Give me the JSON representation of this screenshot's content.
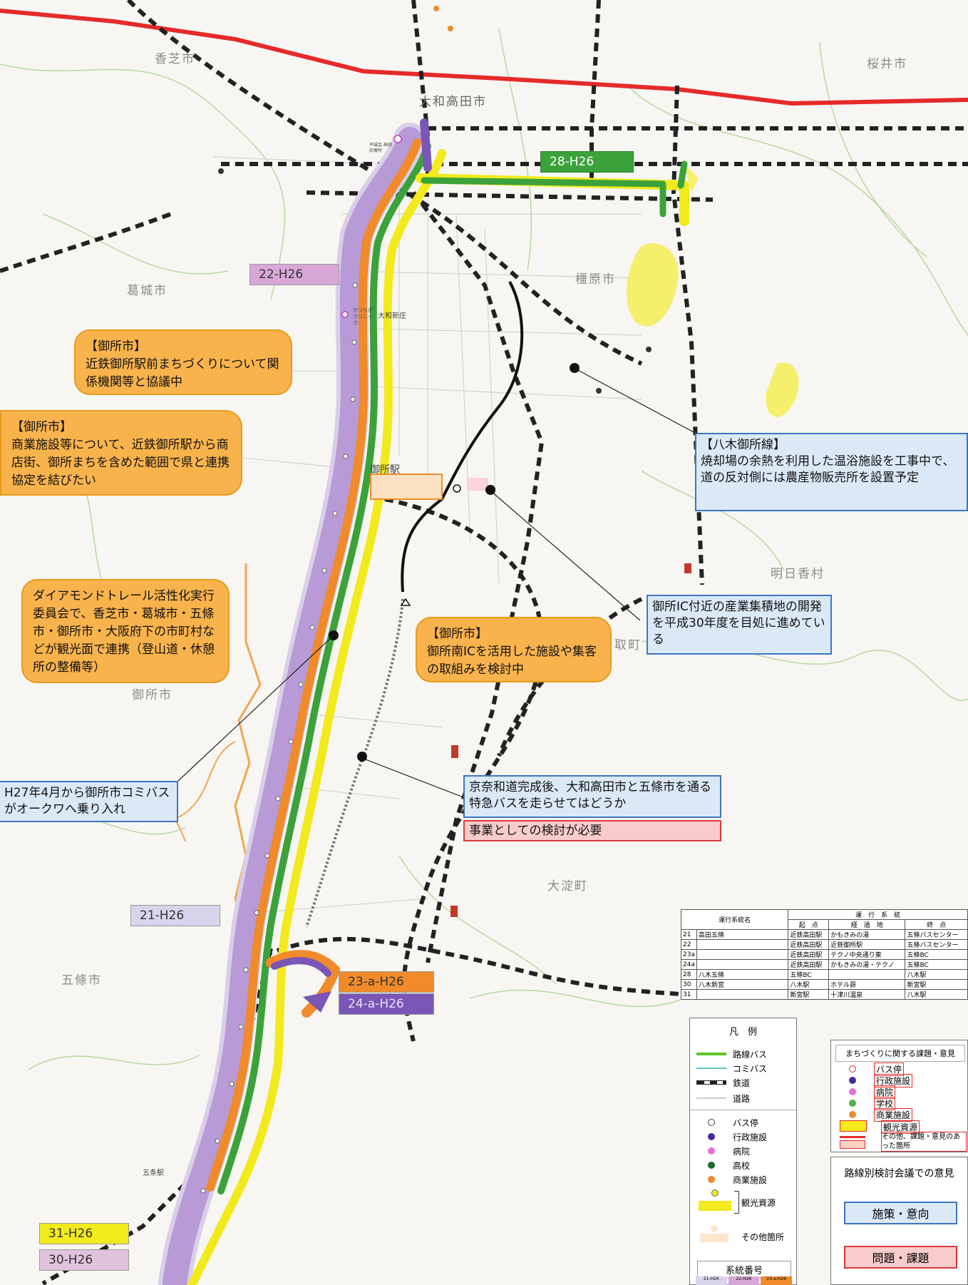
{
  "places": {
    "kashiba": "香芝市",
    "sakurai": "桜井市",
    "yamato_takada": "大和高田市",
    "katsuragi": "葛城市",
    "kashihara": "橿原市",
    "asuka": "明日香村",
    "takatori": "取町",
    "gose": "御所市",
    "oyodo": "大淀町",
    "gojo": "五條市",
    "gose_station": "御所駅",
    "gojo_station": "五条駅",
    "shinjo": "大和新庄",
    "katsuragi_clinic": "かつらぎ クリニック",
    "shinsei_kai": "平誠会 高田診療所"
  },
  "route_tags": {
    "r28": "28-H26",
    "r22": "22-H26",
    "r21": "21-H26",
    "r23a": "23-a-H26",
    "r24a": "24-a-H26",
    "r31": "31-H26",
    "r30": "30-H26"
  },
  "callouts": {
    "gose1": {
      "title": "【御所市】",
      "body": "近鉄御所駅前まちづくりについて関係機関等と協議中"
    },
    "gose2": {
      "title": "【御所市】",
      "body": "商業施設等について、近鉄御所駅から商店街、御所まちを含めた範囲で県と連携協定を結びたい"
    },
    "diamond": {
      "body": "ダイアモンドトレール活性化実行委員会で、香芝市・葛城市・五條市・御所市・大阪府下の市町村などが観光面で連携（登山道・休憩所の整備等）"
    },
    "gose3": {
      "title": "【御所市】",
      "body": "御所南ICを活用した施設や集客の取組みを検討中"
    },
    "yagi": {
      "title": "【八木御所線】",
      "body": "焼却場の余熱を利用した温浴施設を工事中で、道の反対側には農産物販売所を設置予定"
    },
    "ic": {
      "body": "御所IC付近の産業集積地の開発を平成30年度を目処に進めている"
    },
    "h27": {
      "body": "H27年4月から御所市コミバスがオークワへ乗り入れ"
    },
    "keina": {
      "body": "京奈和道完成後、大和高田市と五條市を通る特急バスを走らせてはどうか"
    },
    "keina_issue": {
      "body": "事業としての検討が必要"
    }
  },
  "route_table": {
    "header_name": "運行系統名",
    "header_group": "運　行　系　統",
    "header_start": "起　点",
    "header_via": "経　過　地",
    "header_end": "終　点",
    "rows": [
      {
        "no": "21",
        "name": "高田五條",
        "start": "近鉄高田駅",
        "via": "かもきみの湯",
        "end": "五條バスセンター"
      },
      {
        "no": "22",
        "name": "",
        "start": "近鉄高田駅",
        "via": "近鉄御所駅",
        "end": "五條バスセンター"
      },
      {
        "no": "23a",
        "name": "",
        "start": "近鉄高田駅",
        "via": "テクノ中央通り東",
        "end": "五條BC"
      },
      {
        "no": "24a",
        "name": "",
        "start": "近鉄高田駅",
        "via": "かもきみの湯・テクノ",
        "end": "五條BC"
      },
      {
        "no": "28",
        "name": "八木五條",
        "start": "五條BC",
        "via": "",
        "end": "八木駅"
      },
      {
        "no": "30",
        "name": "八木新宮",
        "start": "八木駅",
        "via": "ホテル昴",
        "end": "新宮駅"
      },
      {
        "no": "31",
        "name": "",
        "start": "新宮駅",
        "via": "十津川温泉",
        "end": "八木駅"
      }
    ]
  },
  "legend": {
    "title": "凡　例",
    "route_bus": "路線バス",
    "community_bus": "コミバス",
    "railway": "鉄道",
    "road": "道路",
    "bus_stop": "バス停",
    "admin": "行政施設",
    "hospital": "病院",
    "high_school": "高校",
    "commercial": "商業施設",
    "tourism": "観光資源",
    "other": "その他箇所",
    "route_number": "系統番号",
    "swatches": [
      "21-H26",
      "22-H26",
      "23-a-H26"
    ]
  },
  "legend2": {
    "title": "まちづくりに関する課題・意見",
    "bus_stop": "バス停",
    "admin": "行政施設",
    "hospital": "病院",
    "school": "学校",
    "commercial": "商業施設",
    "tourism": "観光資源",
    "other": "その他、課題・意見のあった箇所"
  },
  "opinion": {
    "title": "路線別検討会議での意見",
    "policy": "施策・意向",
    "issue": "問題・課題"
  },
  "colors": {
    "purple": "#b79ad6",
    "orange": "#f08a2a",
    "green": "#3ba23b",
    "yellow": "#f2ea1c",
    "red_rail": "#e52a2a"
  }
}
